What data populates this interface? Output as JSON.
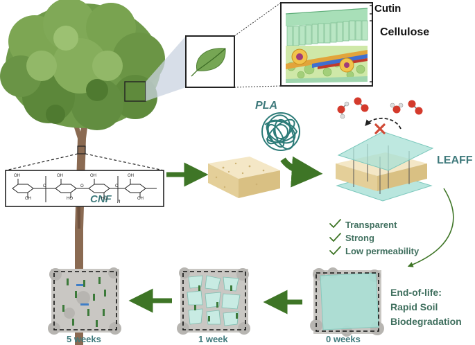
{
  "labels": {
    "cutin": "Cutin",
    "cellulose": "Cellulose",
    "pla": "PLA",
    "leaff": "LEAFF",
    "cnf": "CNF",
    "n_subscript": "n",
    "oh": "OH",
    "o": "O",
    "ho": "HO"
  },
  "properties": [
    "Transparent",
    "Strong",
    "Low permeability"
  ],
  "end_of_life": [
    "End-of-life:",
    "Rapid Soil",
    "Biodegradation"
  ],
  "timeline": [
    "5 weeks",
    "1 week",
    "0 weeks"
  ],
  "colors": {
    "tree_canopy": "#6f9a4a",
    "trunk": "#8a6a52",
    "arrow_green": "#3e7526",
    "teal_text": "#3f7a7c",
    "film": "#a8e0d6",
    "foam": "#efe0bb",
    "soil": "#c9c7c3"
  }
}
